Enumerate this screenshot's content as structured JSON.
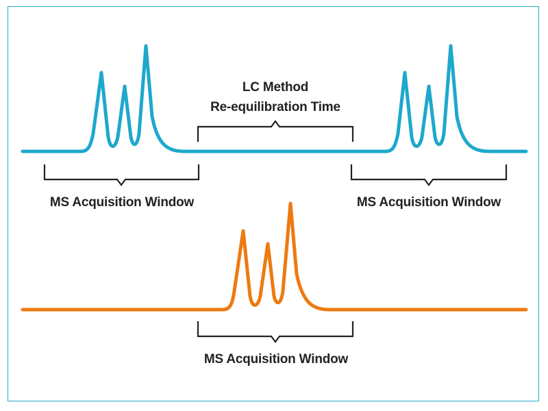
{
  "colors": {
    "frame": "#23a9c6",
    "top_trace": "#1ea8cc",
    "bottom_trace": "#ee7a12",
    "bracket": "#222222",
    "text": "#222222"
  },
  "labels": {
    "ms_window_left": "MS Acquisition Window",
    "ms_window_right": "MS Acquisition Window",
    "ms_window_bottom": "MS Acquisition Window",
    "lc_line1": "LC Method",
    "lc_line2": "Re-equilibration Time"
  }
}
